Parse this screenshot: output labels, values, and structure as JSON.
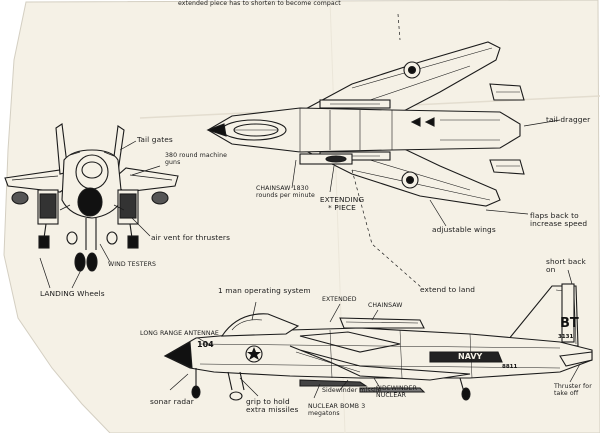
{
  "colors": {
    "paper": "#f5f1e6",
    "ink": "#1b1b1b",
    "shadow": "#dedbd3"
  },
  "labels": {
    "top_note": "extended piece has to shorten to become compact",
    "tail_gates": "Tail gates",
    "rounds": "380 round machine guns",
    "air_vent": "air vent for thrusters",
    "wind_testers": "WIND TESTERS",
    "landing_wheels": "LANDING Wheels",
    "chainsaw_top": "CHAINSAW 1830 rounds per minute",
    "extending_piece": "EXTENDING * PIECE",
    "adjustable_wings": "adjustable wings",
    "flaps_back": "flaps back to increase speed",
    "tail_dragger": "tail dragger",
    "extend_land": "extend to land",
    "short_back": "short back on",
    "operating_system": "1 man operating system",
    "extended": "EXTENDED",
    "chainsaw_side": "CHAINSAW",
    "long_range_antennae": "LONG RANGE ANTENNAE",
    "sonar_radar": "sonar radar",
    "grip": "grip to hold extra missiles",
    "nuclear_bomb": "NUCLEAR BOMB 3 megatons",
    "sidewinder_missile": "Sidewinder missile",
    "sidewinder_nuclear": "SIDEWINDER NUCLEAR",
    "thruster": "Thruster for take off"
  },
  "markings": {
    "nose_number": "104",
    "tail_code": "BT",
    "tail_number": "3131",
    "fuselage_text": "NAVY",
    "rear_number": "8811"
  }
}
